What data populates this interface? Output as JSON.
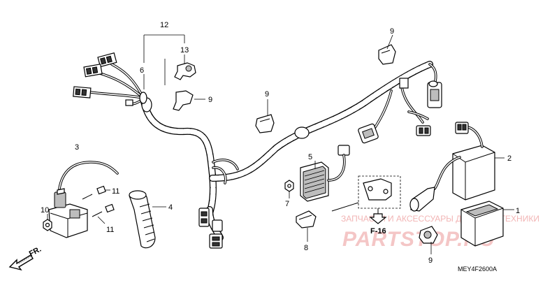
{
  "diagram": {
    "callouts": {
      "c1": "1",
      "c2": "2",
      "c3": "3",
      "c4": "4",
      "c5": "5",
      "c6": "6",
      "c7": "7",
      "c8": "8",
      "c9a": "9",
      "c9b": "9",
      "c9c": "9",
      "c9d": "9",
      "c10": "10",
      "c11a": "11",
      "c11b": "11",
      "c12": "12",
      "c13": "13"
    },
    "ref_label": "F-16",
    "direction_label": "FR.",
    "diagram_code": "MEY4F2600A"
  },
  "watermark": {
    "caption": "ЗАПЧАСТИ И АКСЕССУАРЫ ДЛЯ МОТОТЕХНИКИ",
    "brand": "PARTSTOP.RU"
  },
  "colors": {
    "line": "#000000",
    "watermark": "#f2b5b5",
    "background": "#ffffff"
  }
}
